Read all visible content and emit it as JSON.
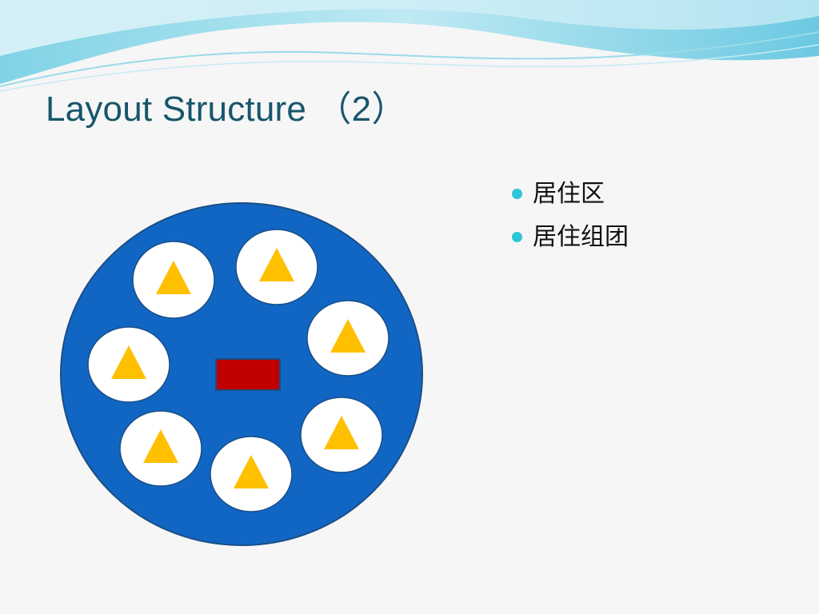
{
  "slide": {
    "title": "Layout Structure （2）",
    "bullets": [
      {
        "label": "居住区"
      },
      {
        "label": "居住组团"
      }
    ]
  },
  "colors": {
    "title": "#17566b",
    "bullet_dot": "#2ec5d6",
    "district_fill": "#1166c3",
    "group_fill": "#ffffff",
    "marker_fill": "#ffc000",
    "center_fill": "#c00000"
  },
  "diagram": {
    "district_count": 1,
    "residential_group_count": 7,
    "center_facility_count": 1
  }
}
